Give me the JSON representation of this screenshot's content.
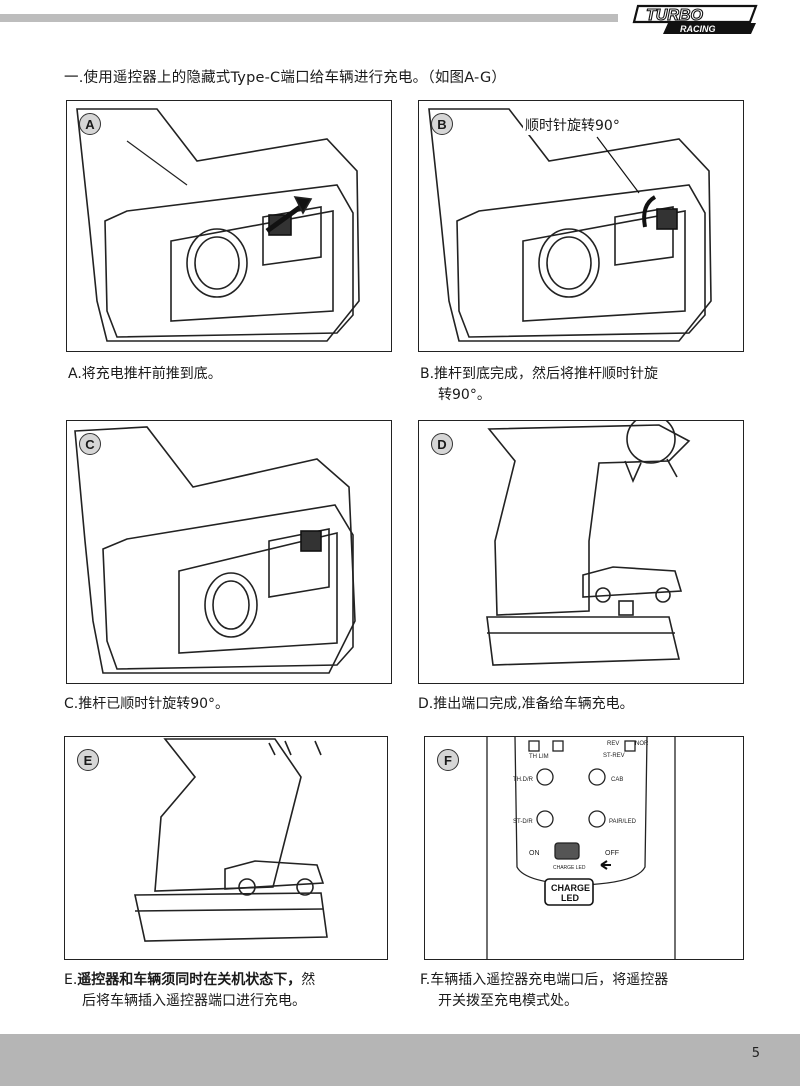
{
  "brand": {
    "logo_top": "TURBO",
    "logo_bottom": "RACING"
  },
  "intro": "一.使用遥控器上的隐藏式Type-C端口给车辆进行充电。（如图A-G）",
  "panels": {
    "a": {
      "badge": "A",
      "caption": "A.将充电推杆前推到底。"
    },
    "b": {
      "badge": "B",
      "callout": "顺时针旋转90°",
      "caption_line1": "B.推杆到底完成，然后将推杆顺时针旋",
      "caption_line2": "转90°。"
    },
    "c": {
      "badge": "C",
      "caption": "C.推杆已顺时针旋转90°。"
    },
    "d": {
      "badge": "D",
      "caption": "D.推出端口完成,准备给车辆充电。"
    },
    "e": {
      "badge": "E",
      "caption_prefix": "E.",
      "caption_bold": "遥控器和车辆须同时在关机状态下，",
      "caption_line1_rest": "然",
      "caption_line2": "后将车辆插入遥控器端口进行充电。"
    },
    "f": {
      "badge": "F",
      "caption_line1": "F.车辆插入遥控器充电端口后，将遥控器",
      "caption_line2": "开关拨至充电模式处。",
      "labels": {
        "th_lim": "TH LIM",
        "rev": "REV",
        "nor": "NOR",
        "st_rev": "ST-REV",
        "th_dr": "TH.D/R",
        "cab": "CAB",
        "st_dr": "ST-D/R",
        "pair": "PAIR/LED",
        "on": "ON",
        "off": "OFF",
        "charge_led_small": "CHARGE LED",
        "charge": "CHARGE",
        "led": "LED"
      }
    }
  },
  "page_number": "5"
}
